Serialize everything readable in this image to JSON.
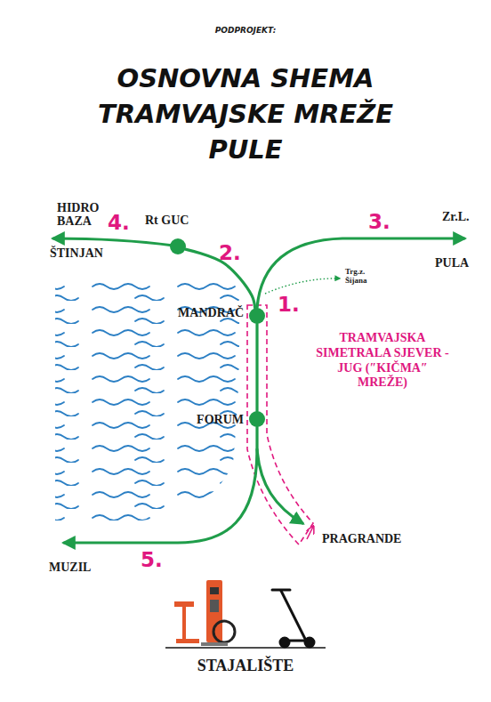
{
  "diagram": {
    "title": "OSNOVNA SHEMA TRAMVAJSKE MREŽE PULE",
    "nodes": [
      {
        "text": [
          "Rt GUC"
        ]
      },
      {
        "text": [
          "MANDRAČ"
        ]
      },
      {
        "text": [
          "FORUM"
        ]
      }
    ],
    "edges": [
      {
        "from": 0,
        "to": 1,
        "arrow": "none"
      },
      {
        "from": 1,
        "to": 2,
        "arrow": "none"
      }
    ],
    "labels": [
      "PODPROJEKT:",
      "HIDRO BAZA",
      "4.",
      "ŠTINJAN",
      "2.",
      "3.",
      "Zr.L.",
      "PULA",
      "Trg.z. Šijana",
      "1.",
      "TRAMVAJSKA SIMETRALA SJEVER - JUG (″KIČMA″ MREŽE)",
      "PRAGRANDE",
      "MUZIL",
      "5.",
      "STAJALIŠTE"
    ]
  }
}
